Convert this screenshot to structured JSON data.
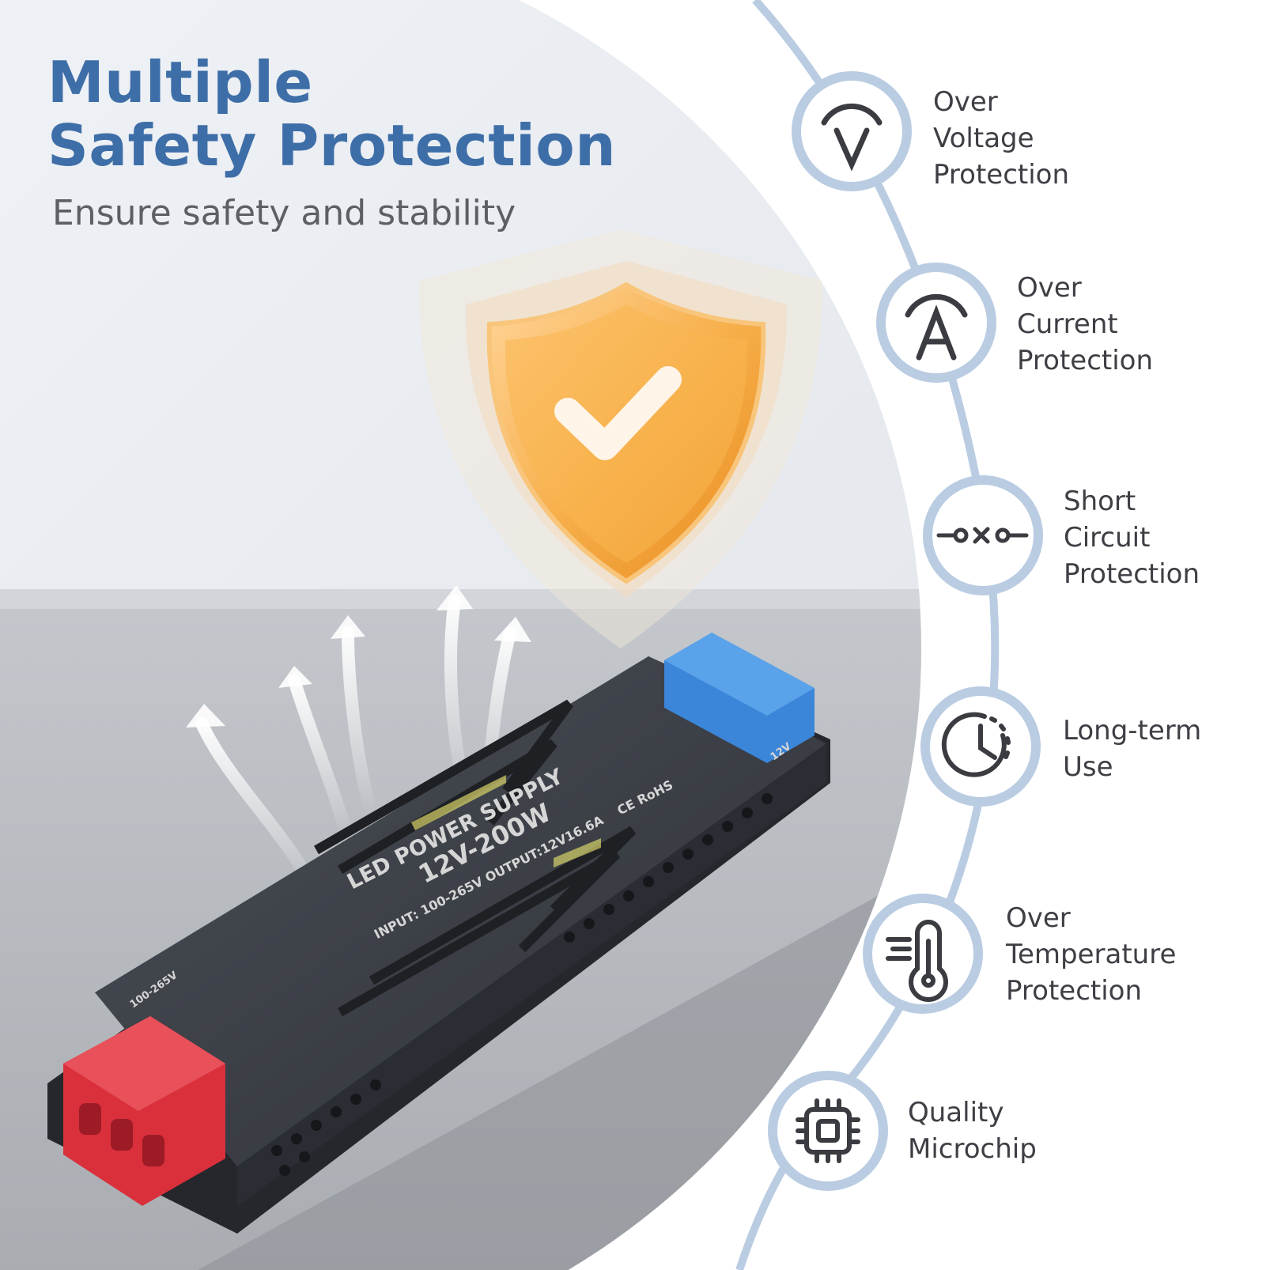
{
  "heading": {
    "line1": "Multiple",
    "line2": "Safety Protection",
    "subtitle": "Ensure safety and stability"
  },
  "product": {
    "title": "LED POWER SUPPLY",
    "model": "12V-200W",
    "specs": "INPUT: 100-265V  OUTPUT:12V16.6A",
    "certs": "CE RoHS",
    "input_side_label": "100-265V",
    "output_side_label": "12V"
  },
  "features": [
    {
      "icon": "voltage-icon",
      "lines": [
        "Over",
        "Voltage",
        "Protection"
      ]
    },
    {
      "icon": "current-icon",
      "lines": [
        "Over",
        "Current",
        "Protection"
      ]
    },
    {
      "icon": "short-circuit-icon",
      "lines": [
        "Short",
        "Circuit",
        "Protection"
      ]
    },
    {
      "icon": "clock-icon",
      "lines": [
        "Long-term",
        "Use"
      ]
    },
    {
      "icon": "thermometer-icon",
      "lines": [
        "Over",
        "Temperature",
        "Protection"
      ]
    },
    {
      "icon": "microchip-icon",
      "lines": [
        "Quality",
        "Microchip"
      ]
    }
  ],
  "colors": {
    "heading": "#3e6ea8",
    "subtitle": "#5d5f63",
    "ring": "#b9cce2",
    "shield": "#f5a93a",
    "terminal_input": "#d9303c",
    "terminal_output": "#3b86d9",
    "case": "#3a3d44"
  }
}
